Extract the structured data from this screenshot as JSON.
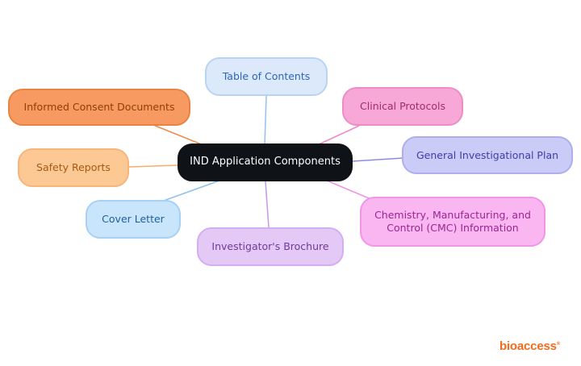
{
  "diagram": {
    "center": {
      "label": "IND Application Components"
    },
    "nodes": [
      {
        "id": "toc",
        "label": "Table of Contents",
        "color": "#b8d3f4"
      },
      {
        "id": "consent",
        "label": "Informed Consent Documents",
        "color": "#e8843f"
      },
      {
        "id": "clinical",
        "label": "Clinical Protocols",
        "color": "#ee8cc5"
      },
      {
        "id": "general",
        "label": "General Investigational Plan",
        "color": "#aeaeee"
      },
      {
        "id": "safety",
        "label": "Safety Reports",
        "color": "#f7b577"
      },
      {
        "id": "cover",
        "label": "Cover Letter",
        "color": "#a6d1f5"
      },
      {
        "id": "cmc",
        "label": "Chemistry, Manufacturing, and Control (CMC) Information",
        "color": "#f196e6"
      },
      {
        "id": "ib",
        "label": "Investigator's Brochure",
        "color": "#d3aef0"
      }
    ]
  },
  "brand": {
    "name": "bioaccess",
    "mark": "®",
    "color": "#ef6b1e"
  }
}
